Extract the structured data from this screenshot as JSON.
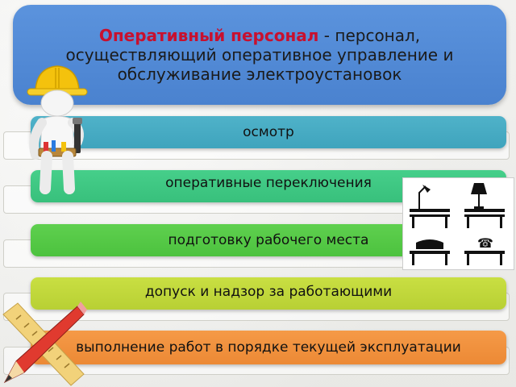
{
  "header": {
    "title_highlight": "Оперативный персонал",
    "title_rest": " - персонал, осуществляющий оперативное управление и обслуживание электроустановок"
  },
  "items": [
    {
      "label": "осмотр"
    },
    {
      "label": "оперативные переключения"
    },
    {
      "label": "подготовку рабочего места"
    },
    {
      "label": "допуск и надзор за работающими"
    },
    {
      "label": "выполнение работ в порядке текущей эксплуатации"
    }
  ],
  "icons": {
    "worker": "worker-figure-icon",
    "furniture": "furniture-tables-icon",
    "pencil": "pencil-ruler-icon"
  },
  "colors": {
    "header": "#5b93dd",
    "highlight": "#c8102e",
    "item_1": "#4fb2c9",
    "item_2": "#46cf8a",
    "item_3": "#5fd04f",
    "item_4": "#c9df42",
    "item_5": "#f59a47"
  }
}
